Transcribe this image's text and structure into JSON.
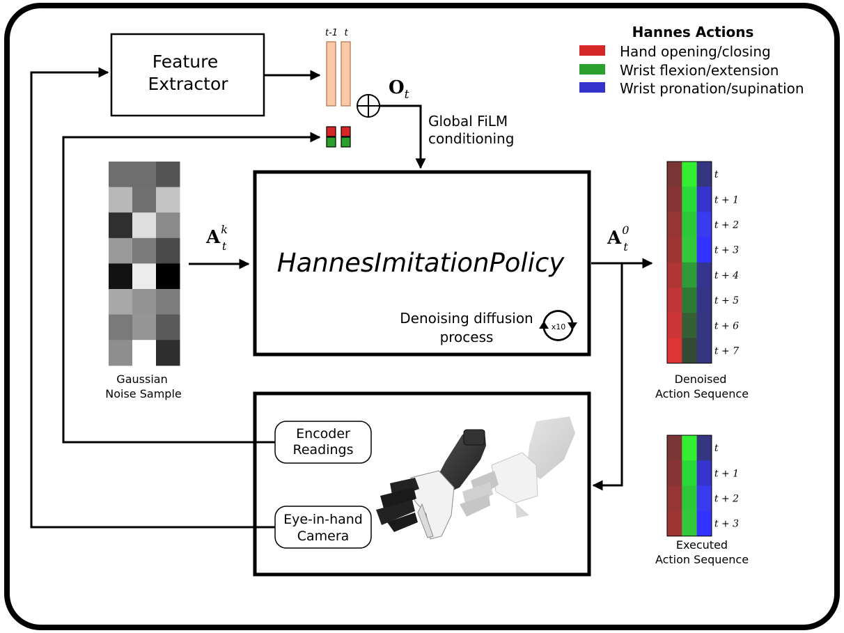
{
  "feature_extractor": {
    "line1": "Feature",
    "line2": "Extractor"
  },
  "obs_labels": {
    "prev": "t-1",
    "curr": "t"
  },
  "observation_symbol": {
    "base": "O",
    "sub": "t"
  },
  "film_label": {
    "line1": "Global FiLM",
    "line2": "conditioning"
  },
  "legend": {
    "title": "Hannes Actions",
    "items": [
      {
        "label": "Hand opening/closing",
        "color": "#d62728"
      },
      {
        "label": "Wrist flexion/extension",
        "color": "#2ca02c"
      },
      {
        "label": "Wrist pronation/supination",
        "color": "#3333cc"
      }
    ]
  },
  "policy": {
    "title": "HannesImitationPolicy",
    "process_line1": "Denoising diffusion",
    "process_line2": "process",
    "loop_label": "x10"
  },
  "noise_input": {
    "base": "A",
    "sub": "t",
    "sup": "k"
  },
  "denoised_output": {
    "base": "A",
    "sub": "t",
    "sup": "0"
  },
  "noise_sample": {
    "caption_line1": "Gaussian",
    "caption_line2": "Noise Sample",
    "cells": [
      [
        "#6e6e6e",
        "#6e6e6e",
        "#555555"
      ],
      [
        "#b8b8b8",
        "#707070",
        "#c4c4c4"
      ],
      [
        "#2f2f2f",
        "#dedede",
        "#8a8a8a"
      ],
      [
        "#9a9a9a",
        "#7a7a7a",
        "#4a4a4a"
      ],
      [
        "#121212",
        "#ececec",
        "#000000"
      ],
      [
        "#a8a8a8",
        "#939393",
        "#7c7c7c"
      ],
      [
        "#7a7a7a",
        "#959595",
        "#5a5a5a"
      ],
      [
        "#8e8e8e",
        "#ffffff",
        "#2e2e2e"
      ]
    ]
  },
  "denoised_sequence": {
    "caption_line1": "Denoised",
    "caption_line2": "Action Sequence",
    "row_labels": [
      "t",
      "t + 1",
      "t + 2",
      "t + 3",
      "t + 4",
      "t + 5",
      "t + 6",
      "t + 7"
    ],
    "cells": [
      [
        "#7a3535",
        "#33ee33",
        "#353580"
      ],
      [
        "#8a3535",
        "#2ad83a",
        "#3535cc"
      ],
      [
        "#953535",
        "#2cc83a",
        "#3a3aee"
      ],
      [
        "#a03535",
        "#33c83a",
        "#3333ff"
      ],
      [
        "#b03535",
        "#2e9a3a",
        "#353590"
      ],
      [
        "#c03535",
        "#2e7a35",
        "#353585"
      ],
      [
        "#cc3535",
        "#356035",
        "#353582"
      ],
      [
        "#dd3535",
        "#354a35",
        "#353580"
      ]
    ]
  },
  "executed_sequence": {
    "caption_line1": "Executed",
    "caption_line2": "Action Sequence",
    "row_labels": [
      "t",
      "t + 1",
      "t + 2",
      "t + 3"
    ],
    "cells": [
      [
        "#7a3535",
        "#33ee33",
        "#353580"
      ],
      [
        "#8a3535",
        "#2ad83a",
        "#3535cc"
      ],
      [
        "#953535",
        "#2cc83a",
        "#3a3aee"
      ],
      [
        "#a03535",
        "#33c83a",
        "#3333ff"
      ]
    ]
  },
  "environment": {
    "encoder_line1": "Encoder",
    "encoder_line2": "Readings",
    "camera_line1": "Eye-in-hand",
    "camera_line2": "Camera"
  },
  "colors": {
    "obs_feature": "#f9c9a8",
    "obs_feature_stroke": "#b07050",
    "encoder_red": "#d62728",
    "encoder_green": "#2ca02c"
  }
}
